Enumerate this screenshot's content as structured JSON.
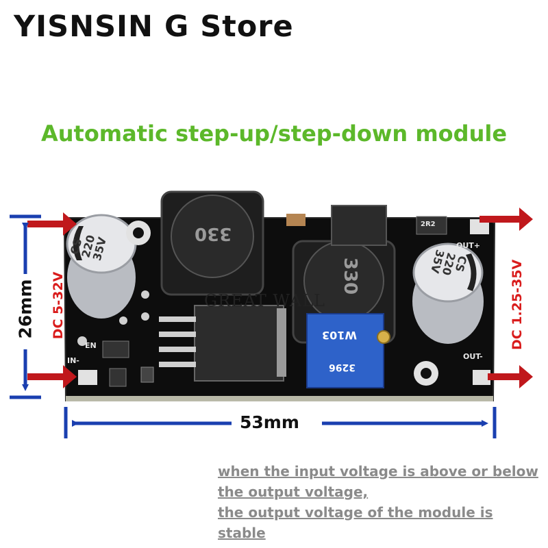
{
  "store_title": "YISNSIN G Store",
  "headline": "Automatic step-up/step-down module",
  "dimensions": {
    "height_label": "26mm",
    "width_label": "53mm"
  },
  "input_label": "DC 5-32V",
  "output_label": "DC 1.25-35V",
  "board_markings": {
    "en": "EN",
    "in_minus": "IN-",
    "out_plus": "OUT+",
    "out_minus": "OUT-",
    "cap_left": [
      "CS",
      "220",
      "35V"
    ],
    "cap_right": [
      "CS",
      "220",
      "35V"
    ],
    "inductor_left": "330",
    "inductor_right": "330",
    "pot": "W103",
    "pot_code": "3296",
    "resistor": "2R2"
  },
  "watermark": "GREAT WALL",
  "footer_lines": [
    "when the input voltage is above or below the output voltage,",
    "the output voltage of the module is stable"
  ],
  "colors": {
    "headline": "#5cb82a",
    "arrow_red": "#c0181c",
    "arrow_blue": "#1a3fb0",
    "board": "#0d0d0d",
    "footer": "#8a8a8a"
  }
}
